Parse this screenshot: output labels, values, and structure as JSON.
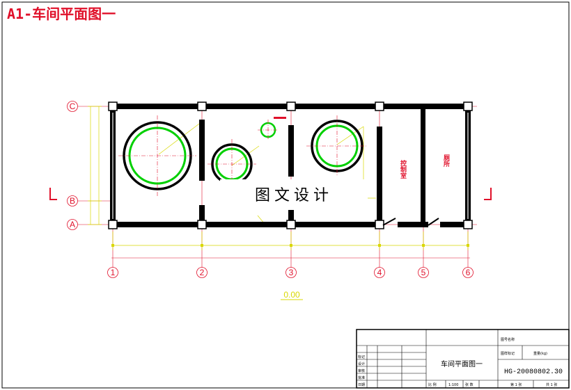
{
  "drawing": {
    "title": "A1-车间平面图一",
    "axis_rows": [
      "C",
      "B",
      "A"
    ],
    "axis_cols": [
      "1",
      "2",
      "3",
      "4",
      "5",
      "6"
    ],
    "rooms": [
      {
        "label": "控制室"
      },
      {
        "label": "厕所"
      }
    ],
    "elevation": "0.00",
    "watermark": "图文设计",
    "colors": {
      "background": "#ffffff",
      "wall": "#000000",
      "axis": "#e0102a",
      "dimension": "#d8d800",
      "tank_outline": "#00d000"
    }
  },
  "title_block": {
    "drawing_name": "车间平面图一",
    "drawing_code": "HG-20080802.30",
    "left_labels": [
      "标记",
      "设计",
      "审核",
      "批准",
      "日期"
    ],
    "bottom_labels": [
      "比 例",
      "1:100",
      "张 数"
    ],
    "right_top_labels": [
      "图号名称"
    ],
    "right_mid_labels": [
      "图样标记",
      "重量(kg)"
    ],
    "sheet_labels": [
      "第 1 张",
      "共 1 张"
    ]
  }
}
